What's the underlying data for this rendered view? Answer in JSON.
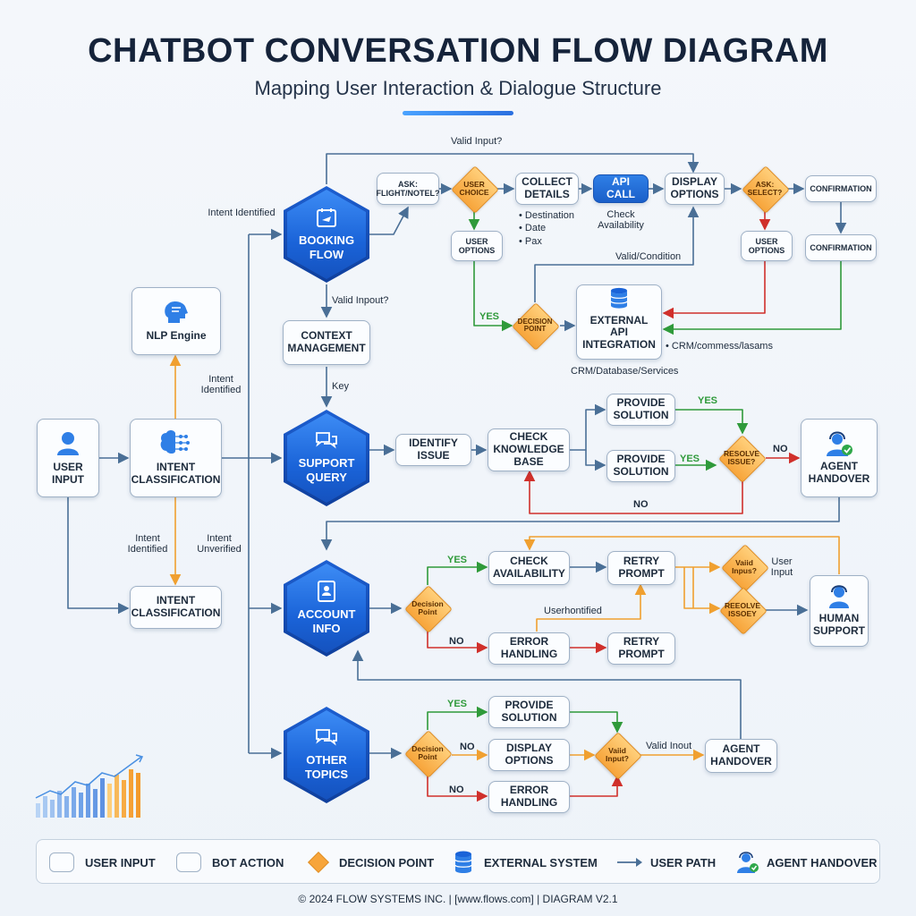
{
  "header": {
    "title": "CHATBOT CONVERSATION FLOW DIAGRAM",
    "subtitle": "Mapping User Interaction & Dialogue Structure"
  },
  "colors": {
    "hex_primary": "#1a63d8",
    "decision": "#f7a53b",
    "edge_default": "#4a6f96",
    "edge_yes": "#2f9a3a",
    "edge_no": "#d0302b",
    "edge_orange": "#f0a030"
  },
  "left": {
    "user_input": "USER INPUT",
    "intent_classification": "INTENT CLASSIFICATION",
    "intent_classification_2": "INTENT CLASSIFICATION",
    "nlp_engine": "NLP Engine",
    "lbl_intent_identified_top": "Intent Identified",
    "lbl_intent_identified_mid": "Intent Identified",
    "lbl_intent_identified_low": "Intent Identified",
    "lbl_intent_unverified": "Intent Unverified"
  },
  "flows": {
    "booking": "BOOKING FLOW",
    "support": "SUPPORT QUERY",
    "account": "ACCOUNT INFO",
    "other": "OTHER TOPICS"
  },
  "booking": {
    "valid_input_top": "Valid Input?",
    "ask_flight": "ASK: FLIGHT/NOTEL?",
    "user_choice": "USER CHOICE",
    "collect_details": "COLLECT DETAILS",
    "details_bullets": [
      "Destination",
      "Date",
      "Pax"
    ],
    "api_call": "API CALL",
    "check_availability_note": "Check Availability",
    "display_options": "DISPLAY OPTIONS",
    "ask_select": "ASK: SELECT?",
    "confirmation_1": "CONFIRMATION",
    "confirmation_2": "CONFIRMATION",
    "user_options_1": "USER OPTIONS",
    "user_options_2": "USER OPTIONS",
    "valid_condition": "Valid/Condition",
    "yes": "YES",
    "decision_point": "DECISION POINT",
    "external_api": "EXTERNAL API INTEGRATION",
    "crm_note": "• CRM/commess/lasams",
    "crm_caption": "CRM/Database/Services",
    "valid_input_mid": "Valid Inpout?",
    "context_mgmt": "CONTEXT MANAGEMENT",
    "key": "Key"
  },
  "support": {
    "identify_issue": "IDENTIFY ISSUE",
    "check_kb": "CHECK KNOWLEDGE BASE",
    "provide_solution_1": "PROVIDE SOLUTION",
    "provide_solution_2": "PROVIDE SOLUTION",
    "yes_1": "YES",
    "yes_2": "YES",
    "resolve_issue": "RESOLVE ISSUE?",
    "no_right": "NO",
    "no_bottom": "NO",
    "agent_handover": "AGENT HANDOVER"
  },
  "account": {
    "decision_point": "Decision Point",
    "yes": "YES",
    "no": "NO",
    "check_availability": "CHECK AVAILABILITY",
    "retry_prompt_1": "RETRY PROMPT",
    "error_handling": "ERROR HANDLING",
    "retry_prompt_2": "RETRY PROMPT",
    "user_identified": "Userhontified",
    "valid_input": "Vaiid Inpus?",
    "user_input": "User Input",
    "resolve_issue": "REEOLVE ISSOEY",
    "human_support": "HUMAN SUPPORT"
  },
  "other": {
    "decision_point": "Decision Point",
    "yes": "YES",
    "no_1": "NO",
    "no_2": "NO",
    "provide_solution": "PROVIDE SOLUTION",
    "display_options": "DISPLAY OPTIONS",
    "error_handling": "ERROR HANDLING",
    "valid_input": "Vaiid Input?",
    "valid_input_label": "Valid Inout",
    "agent_handover": "AGENT HANDOVER"
  },
  "legend": {
    "user_input": "USER INPUT",
    "bot_action": "BOT ACTION",
    "decision_point": "DECISION POINT",
    "external_system": "EXTERNAL SYSTEM",
    "user_path": "USER PATH",
    "agent_handover": "AGENT HANDOVER"
  },
  "footer": "© 2024 FLOW SYSTEMS INC. | [www.flows.com] | DIAGRAM V2.1"
}
